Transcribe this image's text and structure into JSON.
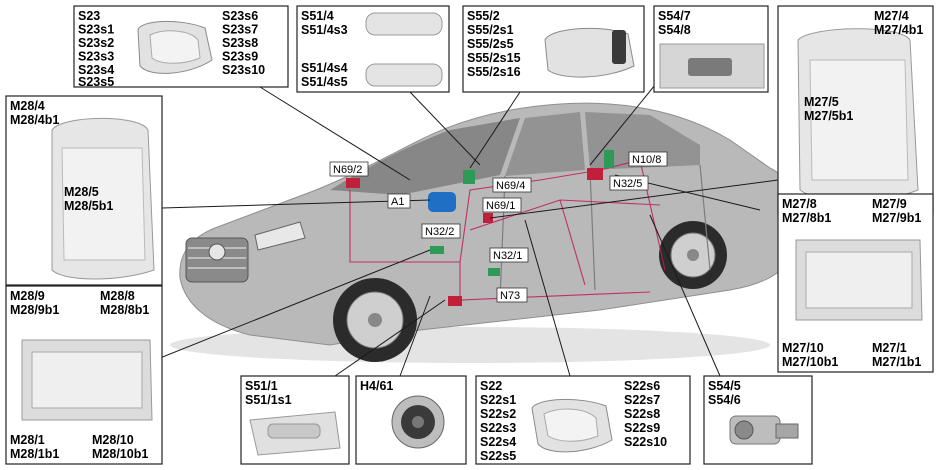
{
  "colors": {
    "car_body": "#b9b9b9",
    "car_shadow": "#8f8f8f",
    "wiring": "#c2185b",
    "component_green": "#2e9a57",
    "component_red": "#c0203a",
    "component_blue": "#1f6fc4"
  },
  "boxes": {
    "s23": {
      "left": [
        "S23",
        "S23s1",
        "S23s2",
        "S23s3",
        "S23s4",
        "S23s5"
      ],
      "right": [
        "S23s6",
        "S23s7",
        "S23s8",
        "S23s9",
        "S23s10"
      ]
    },
    "s51_4": {
      "top": [
        "S51/4",
        "S51/4s3"
      ],
      "bottom": [
        "S51/4s4",
        "S51/4s5"
      ]
    },
    "s55_2": {
      "labels": [
        "S55/2",
        "S55/2s1",
        "S55/2s5",
        "S55/2s15",
        "S55/2s16"
      ]
    },
    "s54_7": {
      "labels": [
        "S54/7",
        "S54/8"
      ]
    },
    "m27_4": {
      "top": [
        "M27/4",
        "M27/4b1"
      ],
      "mid": [
        "M27/5",
        "M27/5b1"
      ]
    },
    "m27_8": {
      "tl": [
        "M27/8",
        "M27/8b1"
      ],
      "tr": [
        "M27/9",
        "M27/9b1"
      ],
      "bl": [
        "M27/10",
        "M27/10b1"
      ],
      "br": [
        "M27/1",
        "M27/1b1"
      ]
    },
    "m28_4": {
      "top": [
        "M28/4",
        "M28/4b1"
      ],
      "mid": [
        "M28/5",
        "M28/5b1"
      ]
    },
    "m28_9": {
      "tl": [
        "M28/9",
        "M28/9b1"
      ],
      "tr": [
        "M28/8",
        "M28/8b1"
      ],
      "bl": [
        "M28/1",
        "M28/1b1"
      ],
      "br": [
        "M28/10",
        "M28/10b1"
      ]
    },
    "s51_1": {
      "labels": [
        "S51/1",
        "S51/1s1"
      ]
    },
    "h4_61": {
      "labels": [
        "H4/61"
      ]
    },
    "s22": {
      "left": [
        "S22",
        "S22s1",
        "S22s2",
        "S22s3",
        "S22s4",
        "S22s5"
      ],
      "right": [
        "S22s6",
        "S22s7",
        "S22s8",
        "S22s9",
        "S22s10"
      ]
    },
    "s54_5": {
      "labels": [
        "S54/5",
        "S54/6"
      ]
    }
  },
  "car_tags": [
    "N69/2",
    "A1",
    "N32/2",
    "N69/4",
    "N69/1",
    "N32/1",
    "N73",
    "N10/8",
    "N32/5"
  ]
}
